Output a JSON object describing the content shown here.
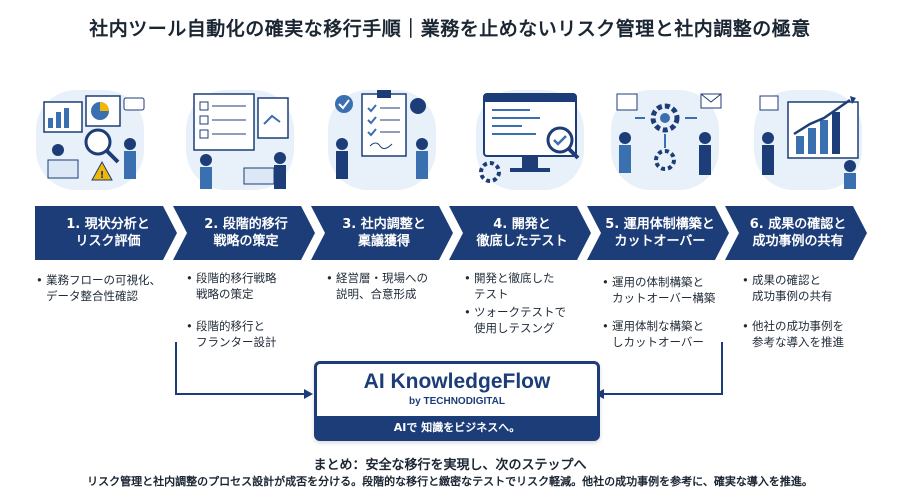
{
  "title": "社内ツール自動化の確実な移行手順｜業務を止めないリスク管理と社内調整の極意",
  "steps": [
    {
      "label": "1. 現状分析と\nリスク評価",
      "bullets": [
        "業務フローの可視化、\nデータ整合性確認"
      ]
    },
    {
      "label": "2. 段階的移行\n戦略の策定",
      "bullets": [
        "段階的移行戦略\n戦略の策定",
        "段階的移行と\nフランター設計"
      ]
    },
    {
      "label": "3. 社内調整と\n稟議獲得",
      "bullets": [
        "経営層・現場への\n説明、合意形成"
      ]
    },
    {
      "label": "4. 開発と\n徹底したテスト",
      "bullets": [
        "開発と徹底した\nテスト",
        "ツォークテストで\n使用しテスング"
      ]
    },
    {
      "label": "5. 運用体制構築と\nカットオーバー",
      "bullets": [
        "運用の体制構築と\nカットオーバー構築",
        "運用体制な構築と\nしカットオーバー"
      ]
    },
    {
      "label": "6. 成果の確認と\n成功事例の共有",
      "bullets": [
        "成果の確認と\n成功事例の共有",
        "他社の成功事例を\n参考な導入を推進"
      ]
    }
  ],
  "logo": {
    "name": "AI KnowledgeFlow",
    "by": "by TECHNODIGITAL",
    "tagline": "AIで 知識をビジネスへ。"
  },
  "summary": {
    "title": "まとめ：安全な移行を実現し、次のステップへ",
    "text": "リスク管理と社内調整のプロセス設計が成否を分ける。段階的な移行と緻密なテストでリスク軽減。他社の成功事例を参考に、確実な導入を推進。"
  },
  "colors": {
    "primary": "#1d3d78",
    "accent": "#3a6fb0",
    "warning": "#f2b705",
    "light": "#dce8f5"
  },
  "icons": [
    "analysis-illustration",
    "strategy-illustration",
    "approval-illustration",
    "testing-illustration",
    "operations-illustration",
    "results-illustration"
  ]
}
